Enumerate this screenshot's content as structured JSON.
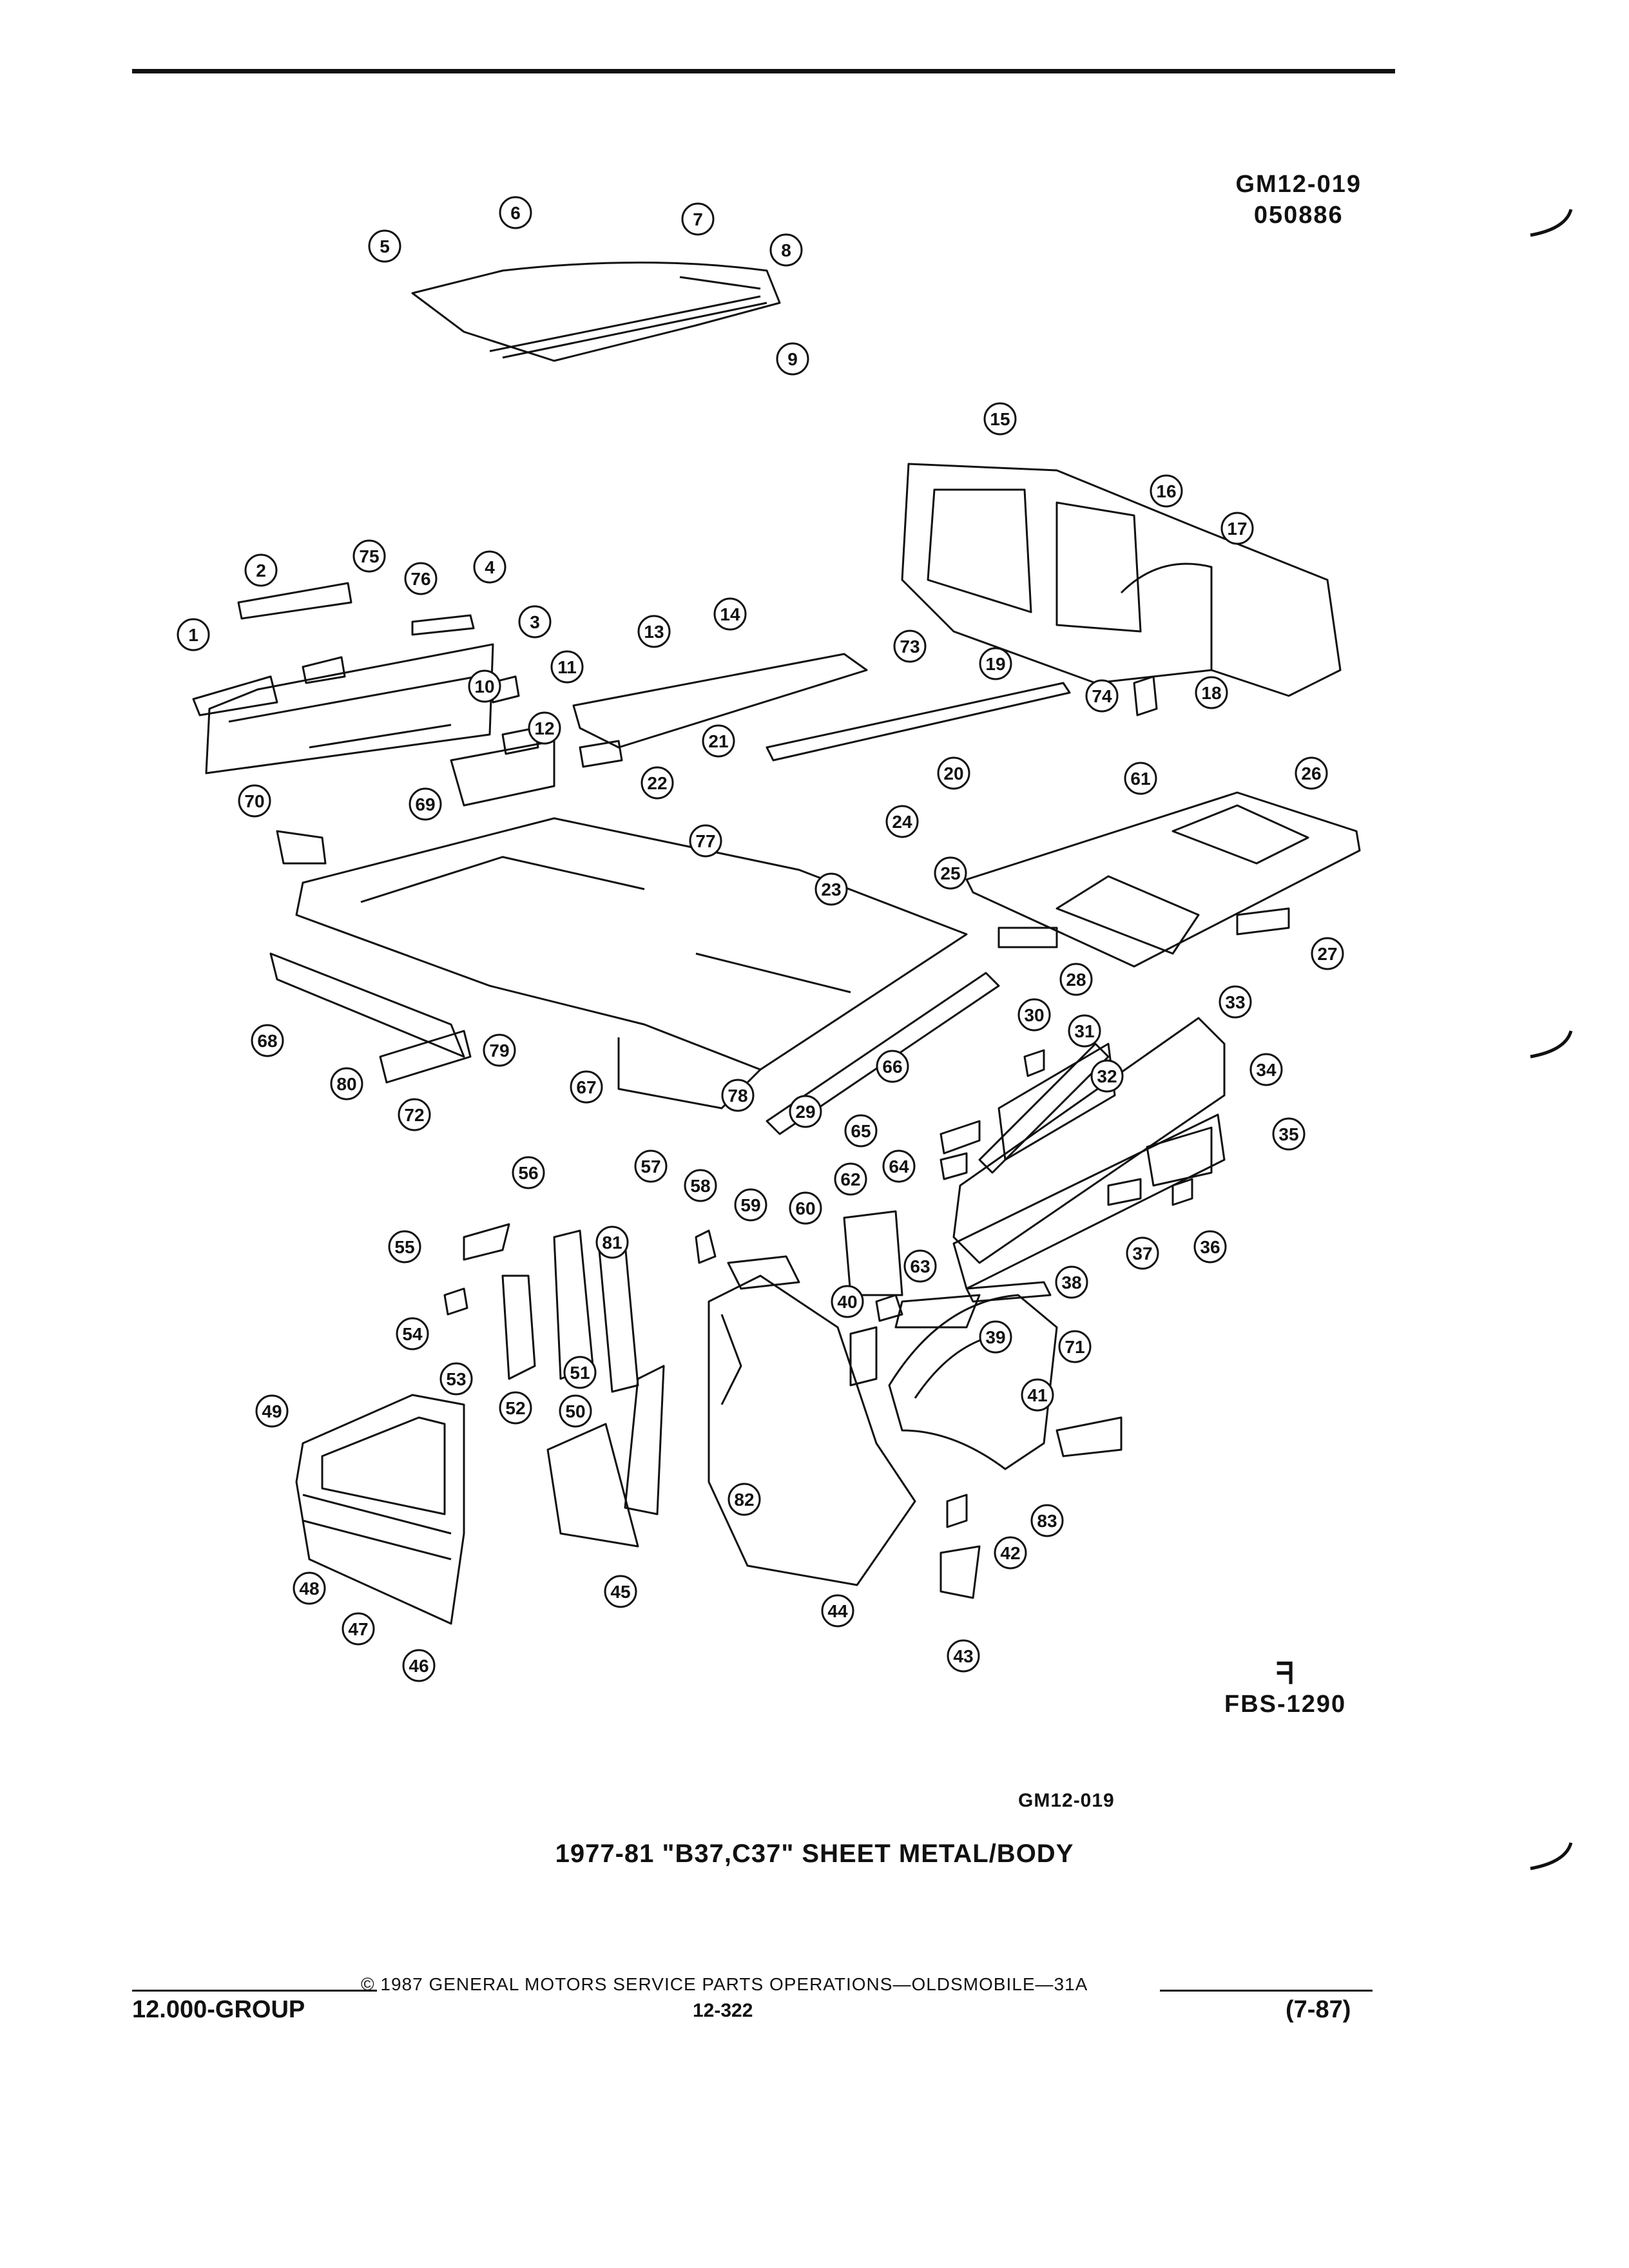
{
  "header": {
    "ref_code": "GM12-019",
    "ref_date": "050886"
  },
  "callouts": [
    "1",
    "2",
    "3",
    "4",
    "5",
    "6",
    "7",
    "8",
    "9",
    "10",
    "11",
    "12",
    "13",
    "14",
    "15",
    "16",
    "17",
    "18",
    "19",
    "20",
    "21",
    "22",
    "23",
    "24",
    "25",
    "26",
    "27",
    "28",
    "29",
    "30",
    "31",
    "32",
    "33",
    "34",
    "35",
    "36",
    "37",
    "38",
    "39",
    "40",
    "41",
    "42",
    "43",
    "44",
    "45",
    "46",
    "47",
    "48",
    "49",
    "50",
    "51",
    "52",
    "53",
    "54",
    "55",
    "56",
    "57",
    "58",
    "59",
    "60",
    "61",
    "62",
    "63",
    "64",
    "65",
    "66",
    "67",
    "68",
    "69",
    "70",
    "71",
    "72",
    "73",
    "74",
    "75",
    "76",
    "77",
    "78",
    "79",
    "80",
    "81",
    "82",
    "83"
  ],
  "logo": {
    "mark": "ᖷ",
    "code": "FBS-1290"
  },
  "figure_id": "GM12-019",
  "caption": "1977-81 \"B37,C37\" SHEET METAL/BODY",
  "footer": {
    "copyright": "© 1987  GENERAL MOTORS SERVICE PARTS OPERATIONS—OLDSMOBILE—31A",
    "group": "12.000-GROUP",
    "page": "12-322",
    "date_code": "(7-87)"
  }
}
